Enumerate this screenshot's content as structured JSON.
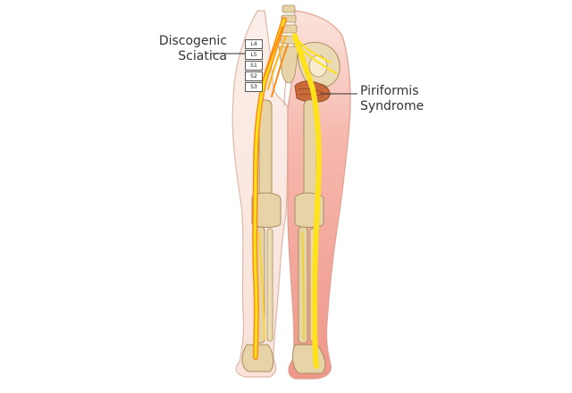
{
  "labels": {
    "discogenic": [
      "Discogenic",
      "Sciatica"
    ],
    "piriformis": [
      "Piriformis",
      "Syndrome"
    ]
  },
  "spinal_levels": [
    "L4",
    "L5",
    "S1",
    "S2",
    "S3"
  ],
  "colors": {
    "skin": "#fbe9e2",
    "skin_outline": "#e0b8a8",
    "inflamed_skin": "#f3a9a0",
    "bone": "#e6d3a8",
    "bone_outline": "#a88e5e",
    "nerve_yellow": "#ffe21a",
    "nerve_orange": "#ff8a1a",
    "muscle": "#c96a3a",
    "leader_line": "#333333"
  }
}
